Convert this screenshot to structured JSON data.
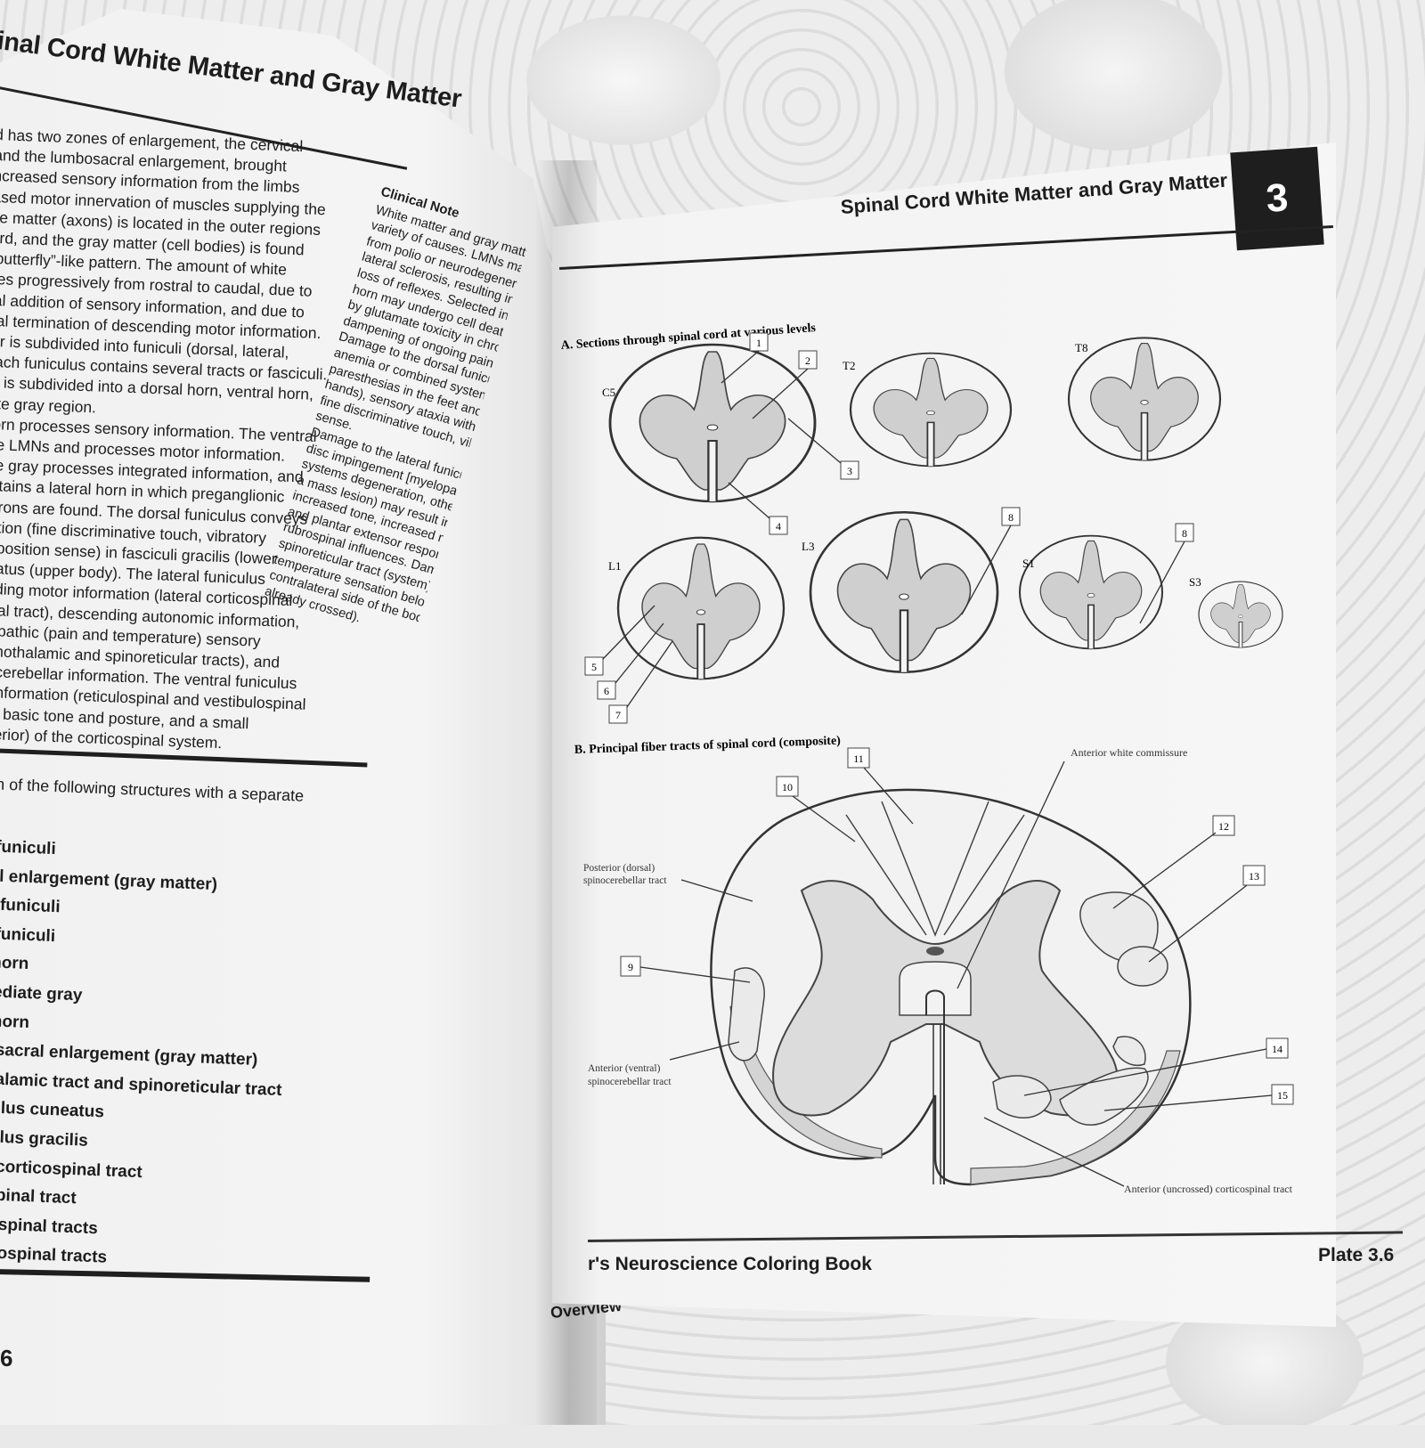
{
  "left_page": {
    "title": "inal Cord White Matter and Gray Matter",
    "body_lines": [
      "d has two zones of enlargement, the cervical",
      "and the lumbosacral enlargement, brought",
      "ncreased sensory information from the limbs",
      "ased motor innervation of muscles supplying the",
      "ite matter (axons) is located in the outer regions",
      "ord, and the gray matter (cell bodies) is found",
      "“butterfly”-like pattern. The amount of white",
      "ses progressively from rostral to caudal, due to",
      "ral addition of sensory information, and due to",
      "dal termination of descending motor information.",
      "ter is subdivided into funiculi (dorsal, lateral,",
      "each funiculus contains several tracts or fasciculi.",
      "er is subdivided into a dorsal horn, ventral horn,",
      "iate gray region.",
      " horn processes sensory information. The ventral",
      " the LMNs and processes motor information.",
      "ate gray processes integrated information, and",
      "ontains a lateral horn in which preganglionic",
      "eurons are found. The dorsal funiculus conveys",
      "nation (fine discriminative touch, vibratory",
      "nt position sense) in fasciculi gracilis (lower",
      "neatus (upper body). The lateral funiculus",
      "ending motor information (lateral corticospinal",
      "pinal tract), descending autonomic information,",
      "otopathic (pain and temperature) sensory",
      "spinothalamic and spinoreticular tracts), and",
      "inocerebellar information. The ventral funiculus",
      "or information (reticulospinal and vestibulospinal",
      "d to basic tone and posture, and a small",
      "anterior) of the corticospinal system."
    ],
    "clinical_title": "Clinical Note",
    "clinical_lines": [
      "White matter and gray matter are sub",
      "variety of causes. LMNs may be dama",
      "from polio or neurodegenerative disea",
      "lateral sclerosis, resulting in flaccid pa",
      "loss of reflexes. Selected interneurons",
      "horn may undergo cell death (apoptos",
      "by glutamate toxicity in chronic pain,",
      "dampening of ongoing pain processing",
      "   Damage to the dorsal funiculus (tab",
      "anemia or combined systems degenera",
      "paresthesias in the feet and legs (or a",
      "hands), sensory ataxia with a broad-b",
      "fine discriminative touch, vibratory se",
      "sense.",
      "   Damage to the lateral funiculus (e",
      "disc impingement [myelopathy], amyo",
      "systems degeneration, other autoimm",
      "a mass lesion) may result in spastic pa",
      "increased tone, increased muscle stre",
      "and plantar extensor responses (from",
      "rubrospinal influences. Damage to the",
      "spinoreticular tract (system) may resul",
      "temperature sensation below the level",
      "contralateral side of the body (becaus",
      "already crossed)."
    ],
    "instruction": "each of the following structures with a separate",
    "list": [
      "sal funiculi",
      "vical enlargement (gray matter)",
      "eral funiculi",
      "tral funiculi",
      "sal horn",
      "ermediate gray",
      "tral horn",
      "mbosacral enlargement (gray matter)",
      "nothalamic tract and spinoreticular tract",
      "sciculus cuneatus",
      "sciculus gracilis",
      "teral corticospinal tract",
      "ibrospinal tract",
      "ticulospinal tracts",
      "stibulospinal tracts"
    ],
    "page_number": "6",
    "footer_overview": "Overview"
  },
  "right_page": {
    "title": "Spinal Cord White Matter and Gray Matter",
    "chapter_tab": "3",
    "section_a_title": "A. Sections through spinal cord at various levels",
    "level_labels": [
      "C5",
      "T2",
      "T8",
      "L1",
      "L3",
      "S1",
      "S3"
    ],
    "section_b_title": "B. Principal fiber tracts of spinal cord (composite)",
    "numbers": [
      "1",
      "2",
      "3",
      "4",
      "5",
      "6",
      "7",
      "8",
      "8",
      "9",
      "10",
      "11",
      "12",
      "13",
      "14",
      "15"
    ],
    "labels": {
      "anterior_white_commissure": "Anterior white commissure",
      "posterior_spinocerebellar_1": "Posterior (dorsal)",
      "posterior_spinocerebellar_2": "spinocerebellar tract",
      "anterior_spinocerebellar_1": "Anterior (ventral)",
      "anterior_spinocerebellar_2": "spinocerebellar tract",
      "anterior_corticospinal": "Anterior (uncrossed) corticospinal tract"
    },
    "footer_book": "r's Neuroscience Coloring Book",
    "footer_plate": "Plate 3.6"
  }
}
